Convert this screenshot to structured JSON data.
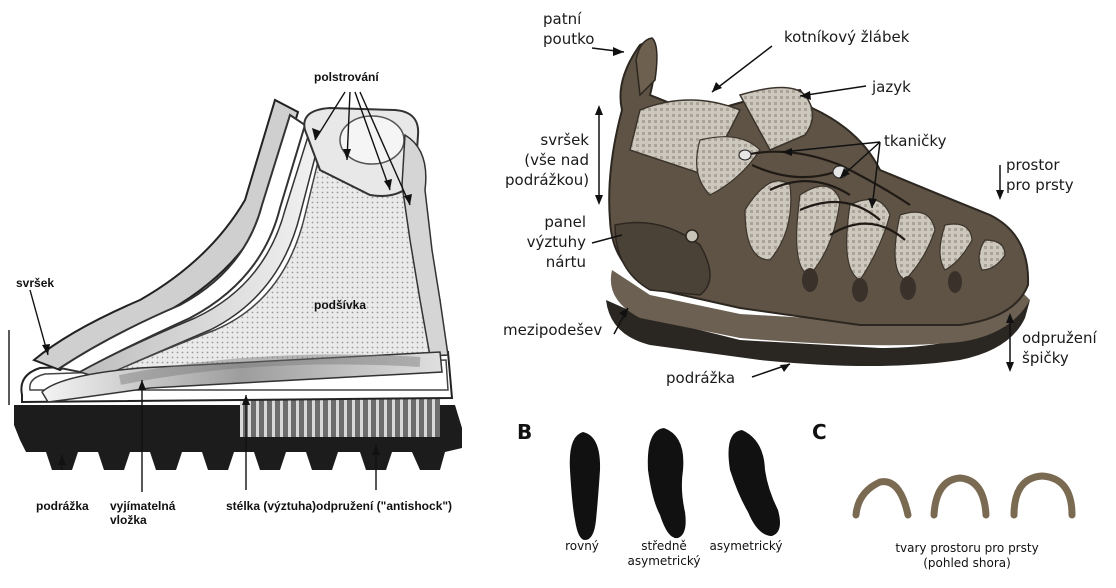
{
  "boot_labels": {
    "padding": "polstrování",
    "upper": "svršek",
    "lining": "podšívka",
    "outsole": "podrážka",
    "insert": "vyjímatelná vložka",
    "insole": "stélka (výztuha)",
    "shock": "odpružení (\"antishock\")"
  },
  "shoe_labels": {
    "heel_tab": [
      "patní",
      "poutko"
    ],
    "ankle_groove": "kotníkový žlábek",
    "tongue": "jazyk",
    "upper": [
      "svršek",
      "(vše nad",
      "podrážkou)"
    ],
    "laces": "tkaničky",
    "toe_space": [
      "prostor",
      "pro prsty"
    ],
    "panel": [
      "panel",
      "výztuhy",
      "nártu"
    ],
    "midsole": "mezipodešev",
    "outsole": "podrážka",
    "toe_spring": [
      "odpružení",
      "špičky"
    ]
  },
  "section_b": {
    "letter": "B",
    "shapes": [
      "rovný",
      "středně asymetrický",
      "asymetrický"
    ]
  },
  "section_c": {
    "letter": "C",
    "caption": [
      "tvary prostoru pro prsty",
      "(pohled shora)"
    ]
  },
  "colors": {
    "boot_sole": "#1c1c1c",
    "boot_lining": "#e6e6e6",
    "shoe_suede": "#5e5345",
    "shoe_mesh": "#c9c4b8",
    "arch": "#7a6a52"
  }
}
